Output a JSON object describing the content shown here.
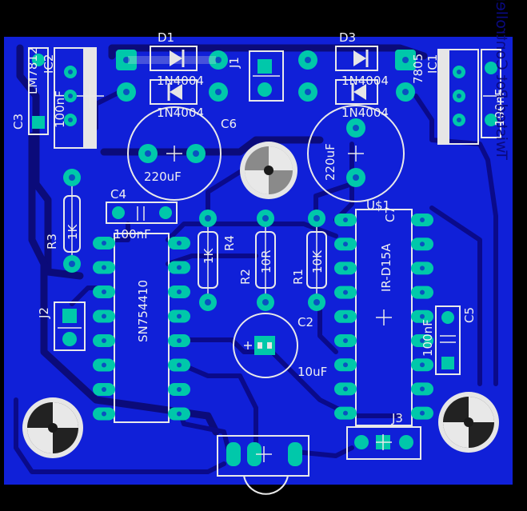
{
  "board": {
    "bg": "#000000",
    "copper": "#1020d8",
    "trace": "#0a0a8a",
    "silk": "#e9e9e9",
    "pad": "#00c8aa"
  },
  "labels": {
    "d1": "D1",
    "d3": "D3",
    "d1_part": "1N4004",
    "d2_part": "1N4004",
    "d3_part": "1N4004",
    "d4_part": "1N4004",
    "j1": "J1",
    "j2": "J2",
    "j3": "J3",
    "ic1": "IC1",
    "ic1_part": "7805",
    "ic2": "IC2",
    "ic2_part": "LM7812",
    "c3": "C3",
    "c3_val": "100nF",
    "c6": "C6",
    "c6_val": "220uF",
    "c7": "C7",
    "c7_val": "220uF",
    "c4": "C4",
    "c4_val": "100nF",
    "c1_val": "100nF",
    "c5": "C5",
    "c5_val": "100nF",
    "c2": "C2",
    "c2_val": "10uF",
    "r1": "R1",
    "r1_val": "10K",
    "r2": "R2",
    "r2_val": "10R",
    "r3": "R3",
    "r3_val": "1K",
    "r4": "R4",
    "r4_val": "1K",
    "u1_part": "SN754410",
    "u2": "U$1",
    "u2_part": "IR-D15A",
    "mirrored_title": "Twisted Pot Controller"
  }
}
